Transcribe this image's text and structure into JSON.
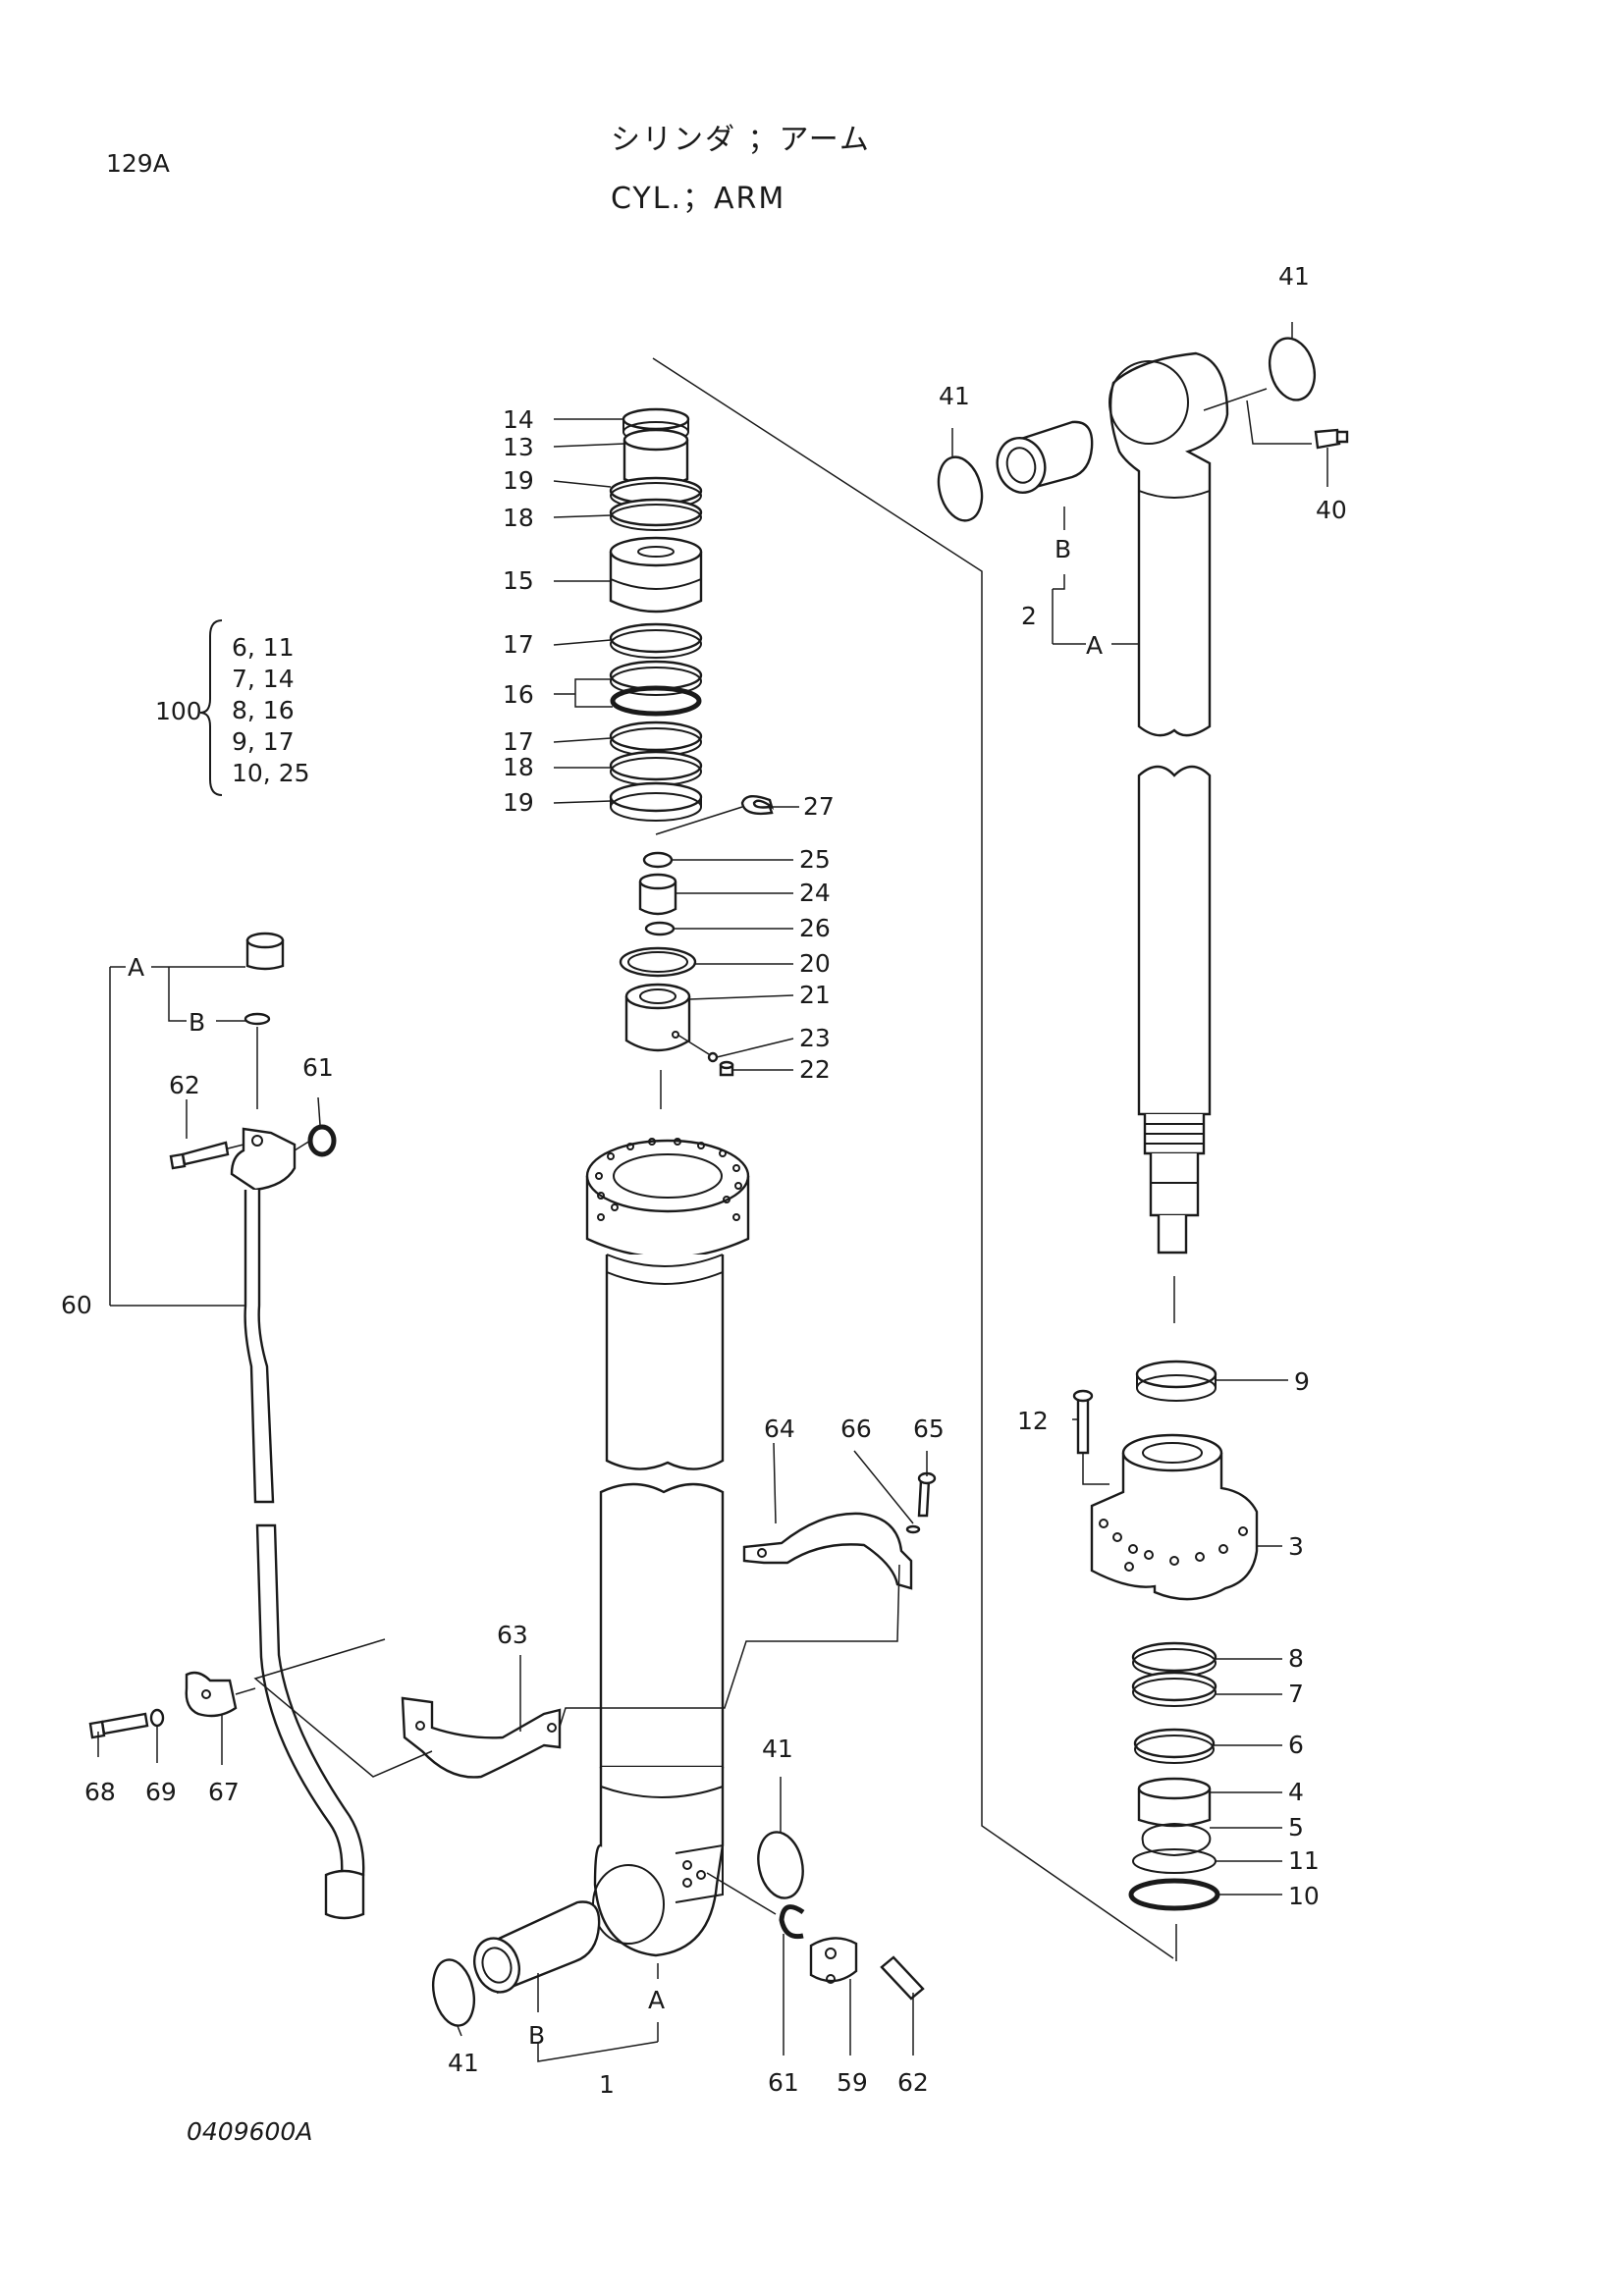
{
  "header": {
    "page_ref": "129A",
    "title_jp": "シリンダ ；アーム",
    "title_en": "CYL.；ARM"
  },
  "footer": {
    "drawing_no": "0409600A"
  },
  "kit": {
    "number": "100",
    "lines": [
      "6, 11",
      "7, 14",
      "8, 16",
      "9, 17",
      "10, 25"
    ]
  },
  "callouts": {
    "c14": "14",
    "c13": "13",
    "c19a": "19",
    "c18a": "18",
    "c15": "15",
    "c17a": "17",
    "c16": "16",
    "c17b": "17",
    "c18b": "18",
    "c19b": "19",
    "c27": "27",
    "c25": "25",
    "c24": "24",
    "c26": "26",
    "c20": "20",
    "c21": "21",
    "c23": "23",
    "c22": "22",
    "c41a": "41",
    "c41b": "41",
    "c40": "40",
    "c2": "2",
    "c9": "9",
    "c12": "12",
    "c3": "3",
    "c8": "8",
    "c7": "7",
    "c6": "6",
    "c4": "4",
    "c5": "5",
    "c11": "11",
    "c10": "10",
    "c62a": "62",
    "c61a": "61",
    "c60": "60",
    "c64": "64",
    "c66": "66",
    "c65": "65",
    "c63": "63",
    "c68": "68",
    "c69": "69",
    "c67": "67",
    "c41c": "41",
    "c41d": "41",
    "c1": "1",
    "c61b": "61",
    "c59": "59",
    "c62b": "62"
  },
  "refs": {
    "rA_rod": "A",
    "rB_rod": "B",
    "rA_pipe": "A",
    "rB_pipe": "B",
    "rA_tube": "A",
    "rB_tube": "B"
  }
}
